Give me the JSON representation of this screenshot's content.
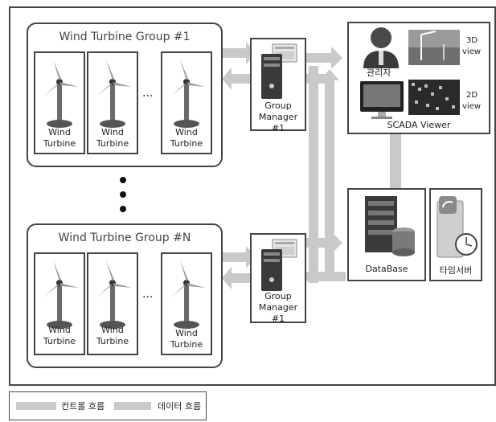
{
  "groups": [
    {
      "title": "Wind Turbine Group #1",
      "turbines": [
        {
          "label": "Wind\nTurbine"
        },
        {
          "label": "Wind\nTurbine"
        },
        {
          "label": "Wind\nTurbine"
        }
      ],
      "ellipsis": "···"
    },
    {
      "title": "Wind Turbine Group #N",
      "turbines": [
        {
          "label": "Wind\nTurbine"
        },
        {
          "label": "Wind\nTurbine"
        },
        {
          "label": "Wind\nTurbine"
        }
      ],
      "ellipsis": "···"
    }
  ],
  "managers": [
    {
      "line1": "Group",
      "line2": "Manager #1"
    },
    {
      "line1": "Group",
      "line2": "Manager #1"
    }
  ],
  "scada": {
    "admin_label": "관리자",
    "view3d_1": "3D",
    "view3d_2": "view",
    "view2d_1": "2D",
    "view2d_2": "view",
    "title": "SCADA Viewer"
  },
  "database": {
    "label": "DataBase"
  },
  "time_server": {
    "label": "타임서버"
  },
  "legend": {
    "control_flow": "컨트롤 흐름",
    "data_flow": "데이터 흐름"
  },
  "colors": {
    "flow": "#c9c9c9",
    "border": "#444444",
    "icon_dark": "#3a3a3a"
  }
}
